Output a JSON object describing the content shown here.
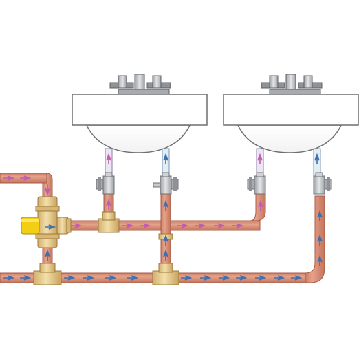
{
  "diagram": {
    "kind": "plumbing-schematic",
    "description_items": [
      "sink",
      "sink",
      "mixing-valve",
      "hot-supply-pipe",
      "cold-supply-pipe",
      "stop-valve"
    ],
    "colors": {
      "background": "#ffffff",
      "pipe_fill": "#d89178",
      "pipe_stroke": "#a85c48",
      "hot_arrow": "#c25bb3",
      "cold_arrow": "#3d6fb4",
      "brass": "#e6c988",
      "brass_stroke": "#9b7a3c",
      "valve_cap": "#f3cf14",
      "chrome": "#b9bcbf",
      "chrome_stroke": "#6d7074",
      "sink_fill": "#ffffff",
      "sink_stroke": "#6e6e6e"
    },
    "icons": [
      "faucet-icon",
      "stop-valve-icon",
      "mixing-valve-icon",
      "tee-fitting-icon",
      "arrow-icon"
    ]
  }
}
